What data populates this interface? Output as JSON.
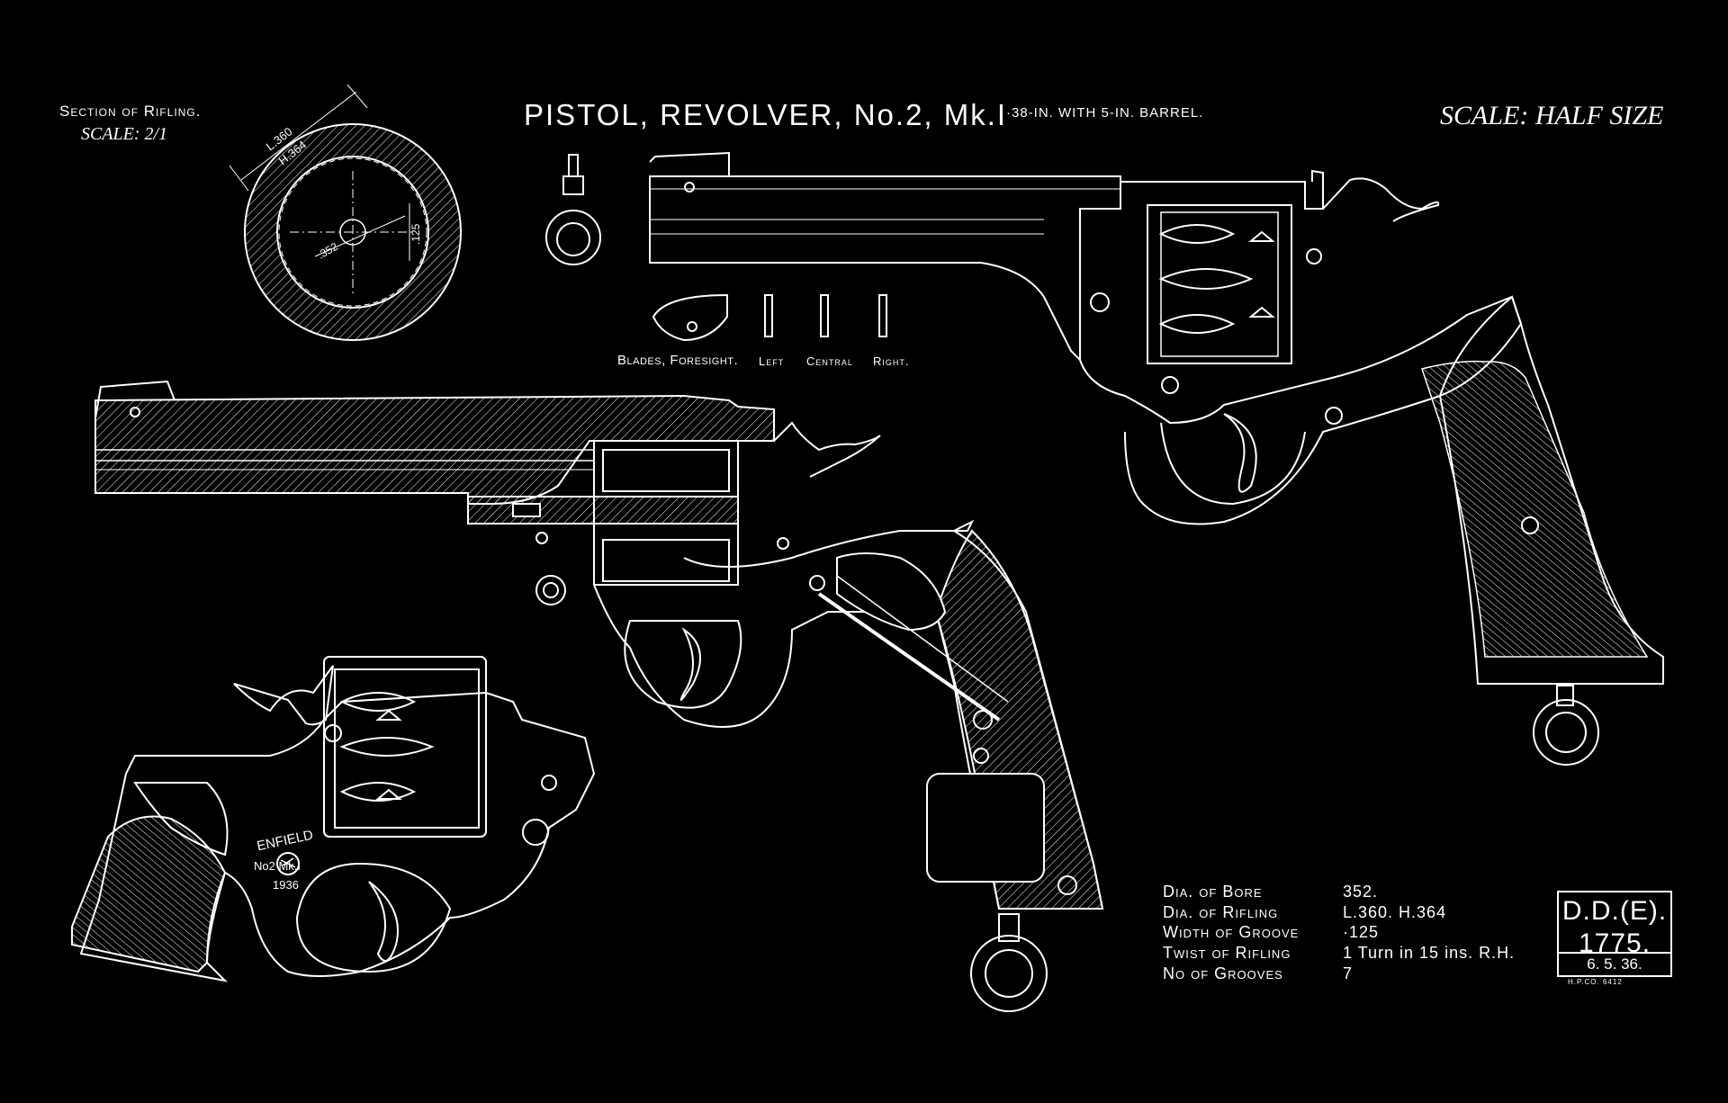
{
  "drawing": {
    "title": "PISTOL, REVOLVER, No.2, Mk.I",
    "subtitle": "·38-IN. WITH 5-IN. BARREL.",
    "scale": "SCALE: HALF SIZE",
    "line_color": "#ffffff",
    "background_color": "#000000"
  },
  "rifling_section": {
    "label": "Section of Rifling.",
    "scale": "SCALE: 2/1",
    "dim_outer": "L.360",
    "dim_outer_h": "H.364",
    "dim_bore": ".352",
    "dim_groove": ".125"
  },
  "foresight": {
    "label": "Blades, Foresight.",
    "left": "Left",
    "central": "Central",
    "right": "Right."
  },
  "stamp": {
    "maker": "ENFIELD",
    "model": "No2 Mk.I",
    "year": "1936"
  },
  "specs": [
    {
      "key": "Dia. of Bore",
      "value": "352."
    },
    {
      "key": "Dia. of Rifling",
      "value": "L.360. H.364"
    },
    {
      "key": "Width of Groove",
      "value": "·125"
    },
    {
      "key": "Twist of Rifling",
      "value": "1 Turn in 15 ins. R.H."
    },
    {
      "key": "No of Grooves",
      "value": "7"
    }
  ],
  "title_block": {
    "ref": "D.D.(E).",
    "number": "1775.",
    "date": "6. 5. 36.",
    "printer": "H.P.CO. 6412"
  }
}
